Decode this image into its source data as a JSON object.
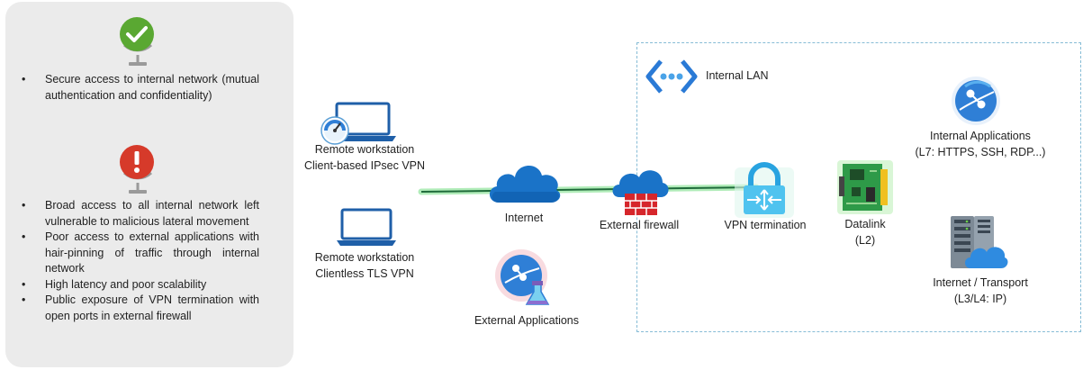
{
  "panel": {
    "pros": [
      "Secure access to internal network (mutual authentication and confidentiality)"
    ],
    "cons": [
      "Broad access to all internal network left vulnerable to malicious lateral movement",
      "Poor access to external applications with hair-pinning of traffic through internal network",
      "High latency and poor scalability",
      "Public exposure of VPN termination with open ports in external firewall"
    ]
  },
  "nodes": {
    "ipsec": {
      "line1": "Remote workstation",
      "line2": "Client-based IPsec VPN"
    },
    "tls": {
      "line1": "Remote workstation",
      "line2": "Clientless TLS VPN"
    },
    "internet": "Internet",
    "firewall": "External firewall",
    "vpn_termination": "VPN termination",
    "external_apps": "External Applications",
    "lan_title": "Internal LAN",
    "datalink": {
      "line1": "Datalink",
      "line2": "(L2)"
    },
    "internal_apps": {
      "line1": "Internal Applications",
      "line2": "(L7: HTTPS, SSH, RDP...)"
    },
    "transport": {
      "line1": "Internet / Transport",
      "line2": "(L3/L4: IP)"
    }
  },
  "colors": {
    "tunnel": "#1f6b3a",
    "tunnel_glow": "#9ee8a8",
    "check": "#5aa832",
    "alert": "#d63a2a",
    "cloud": "#1a73c8",
    "azure_blue": "#2f7fd6",
    "lan_border": "#86bcd6"
  }
}
